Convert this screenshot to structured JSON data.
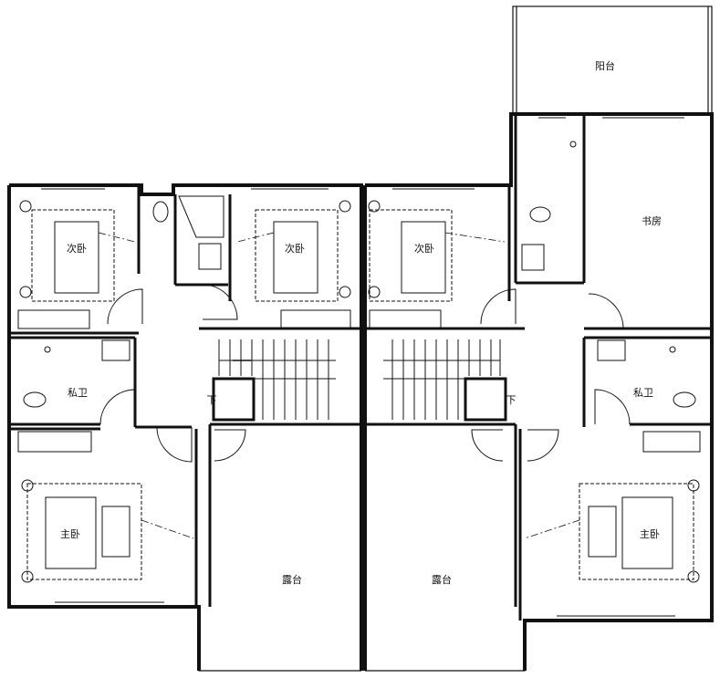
{
  "rooms": {
    "balcony": "阳台",
    "study": "书房",
    "second_bedroom_1": "次卧",
    "second_bedroom_2": "次卧",
    "second_bedroom_3": "次卧",
    "private_bath_left": "私卫",
    "private_bath_right": "私卫",
    "master_bedroom_left": "主卧",
    "master_bedroom_right": "主卧",
    "terrace_left": "露台",
    "terrace_right": "露台"
  },
  "stairs": {
    "down_left": "下",
    "down_right": "下"
  },
  "colors": {
    "line": "#111111",
    "background": "#ffffff"
  }
}
